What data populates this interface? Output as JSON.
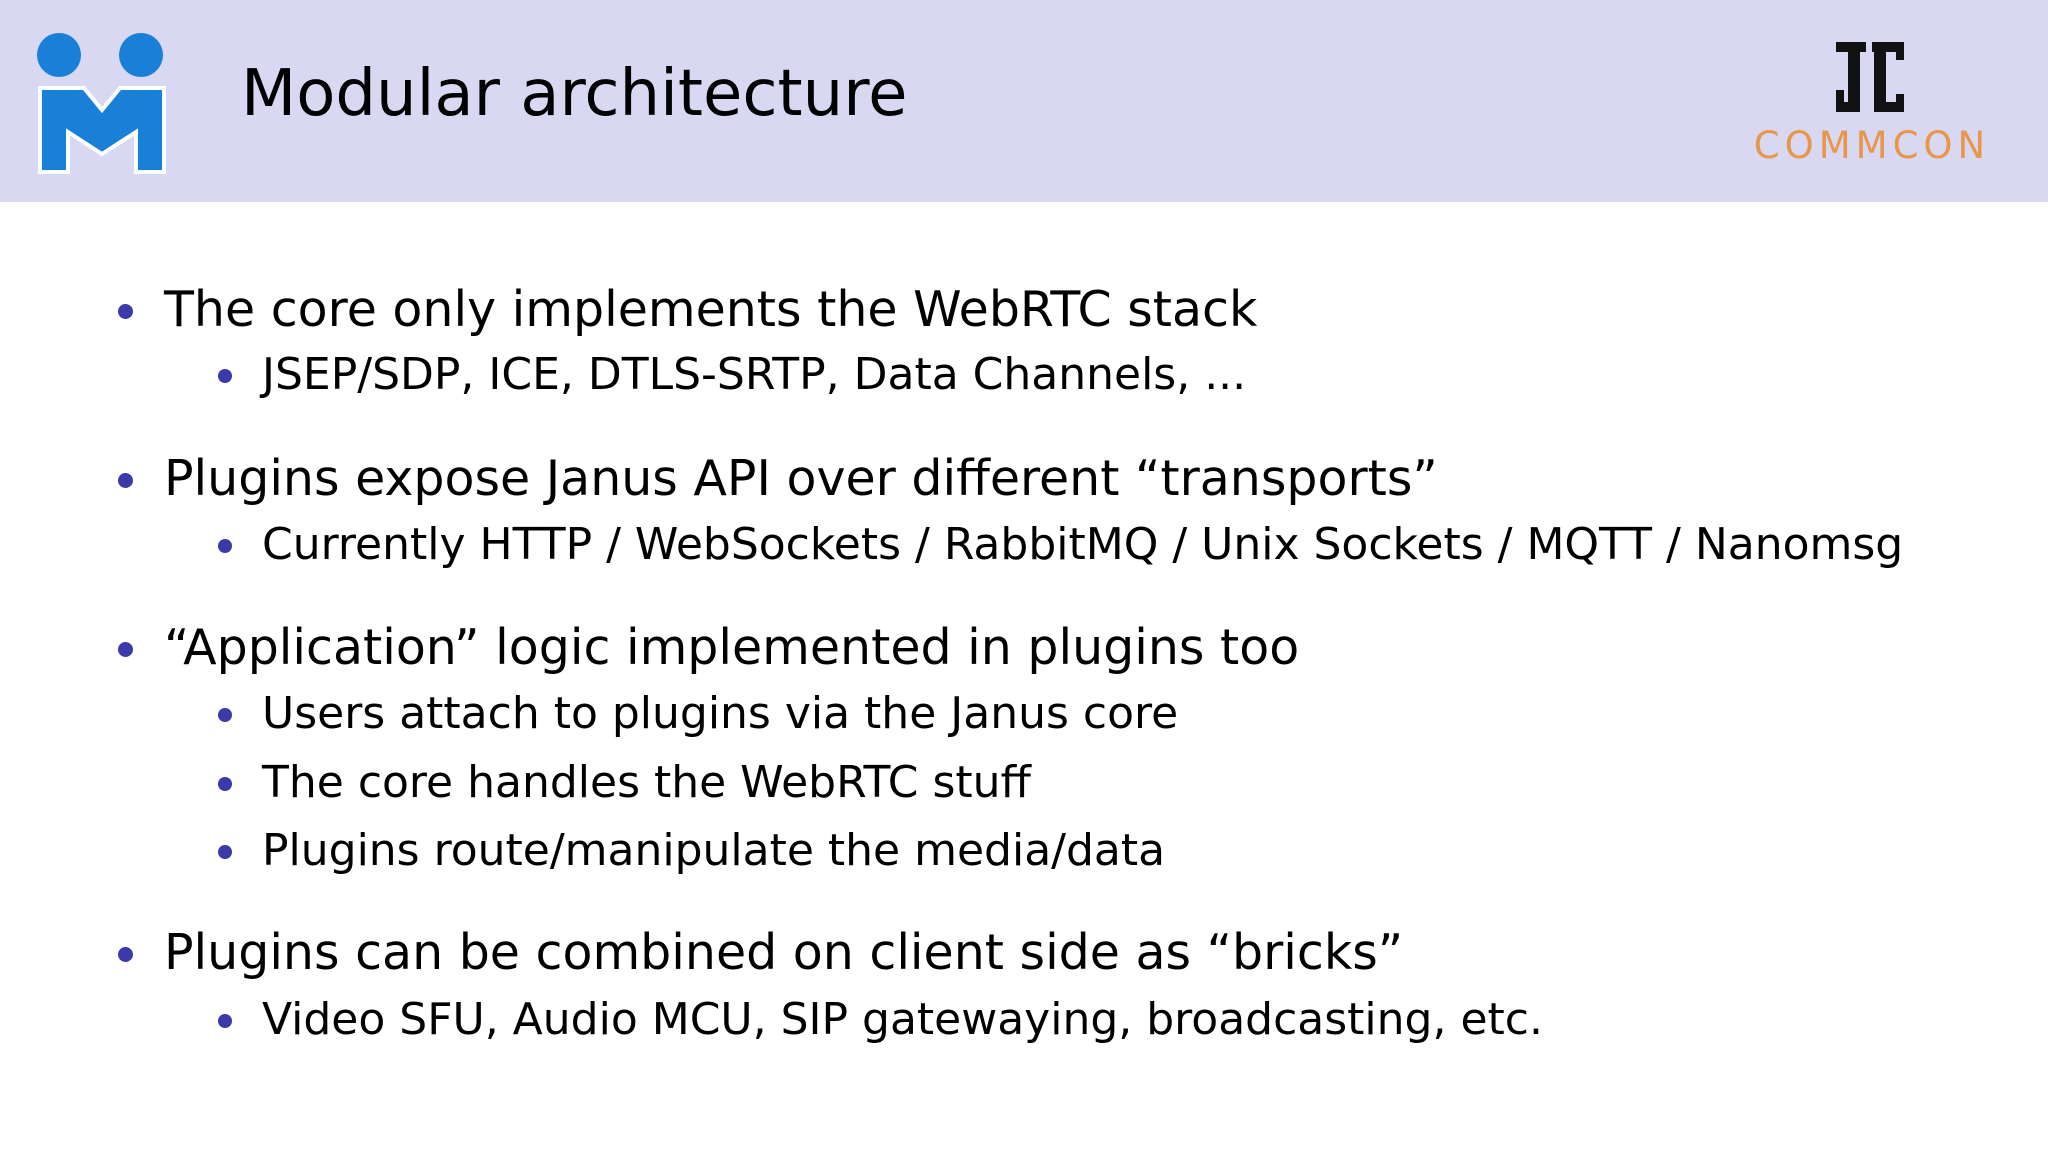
{
  "colors": {
    "header_bg": "#d9d8f2",
    "bullet": "#3a3aa8",
    "logo_blue": "#1a7fd6",
    "commcon_orange": "#e8964a"
  },
  "header": {
    "title": "Modular architecture",
    "left_logo_icon": "janus-meetecho-logo-icon",
    "right_logo_icon": "commcon-logo-icon",
    "right_logo_text": "COMMCON"
  },
  "bullets": [
    {
      "text": "The core only implements the WebRTC stack",
      "children": [
        {
          "text": "JSEP/SDP, ICE, DTLS-SRTP, Data Channels, ..."
        }
      ]
    },
    {
      "text": "Plugins expose Janus API over different “transports”",
      "children": [
        {
          "text": "Currently HTTP / WebSockets / RabbitMQ / Unix Sockets / MQTT / Nanomsg"
        }
      ]
    },
    {
      "text": "“Application” logic implemented in plugins too",
      "children": [
        {
          "text": "Users attach to plugins via the Janus core"
        },
        {
          "text": "The core handles the WebRTC stuff"
        },
        {
          "text": "Plugins route/manipulate the media/data"
        }
      ]
    },
    {
      "text": "Plugins can be combined on client side as “bricks”",
      "children": [
        {
          "text": "Video SFU, Audio MCU, SIP gatewaying, broadcasting, etc."
        }
      ]
    }
  ]
}
